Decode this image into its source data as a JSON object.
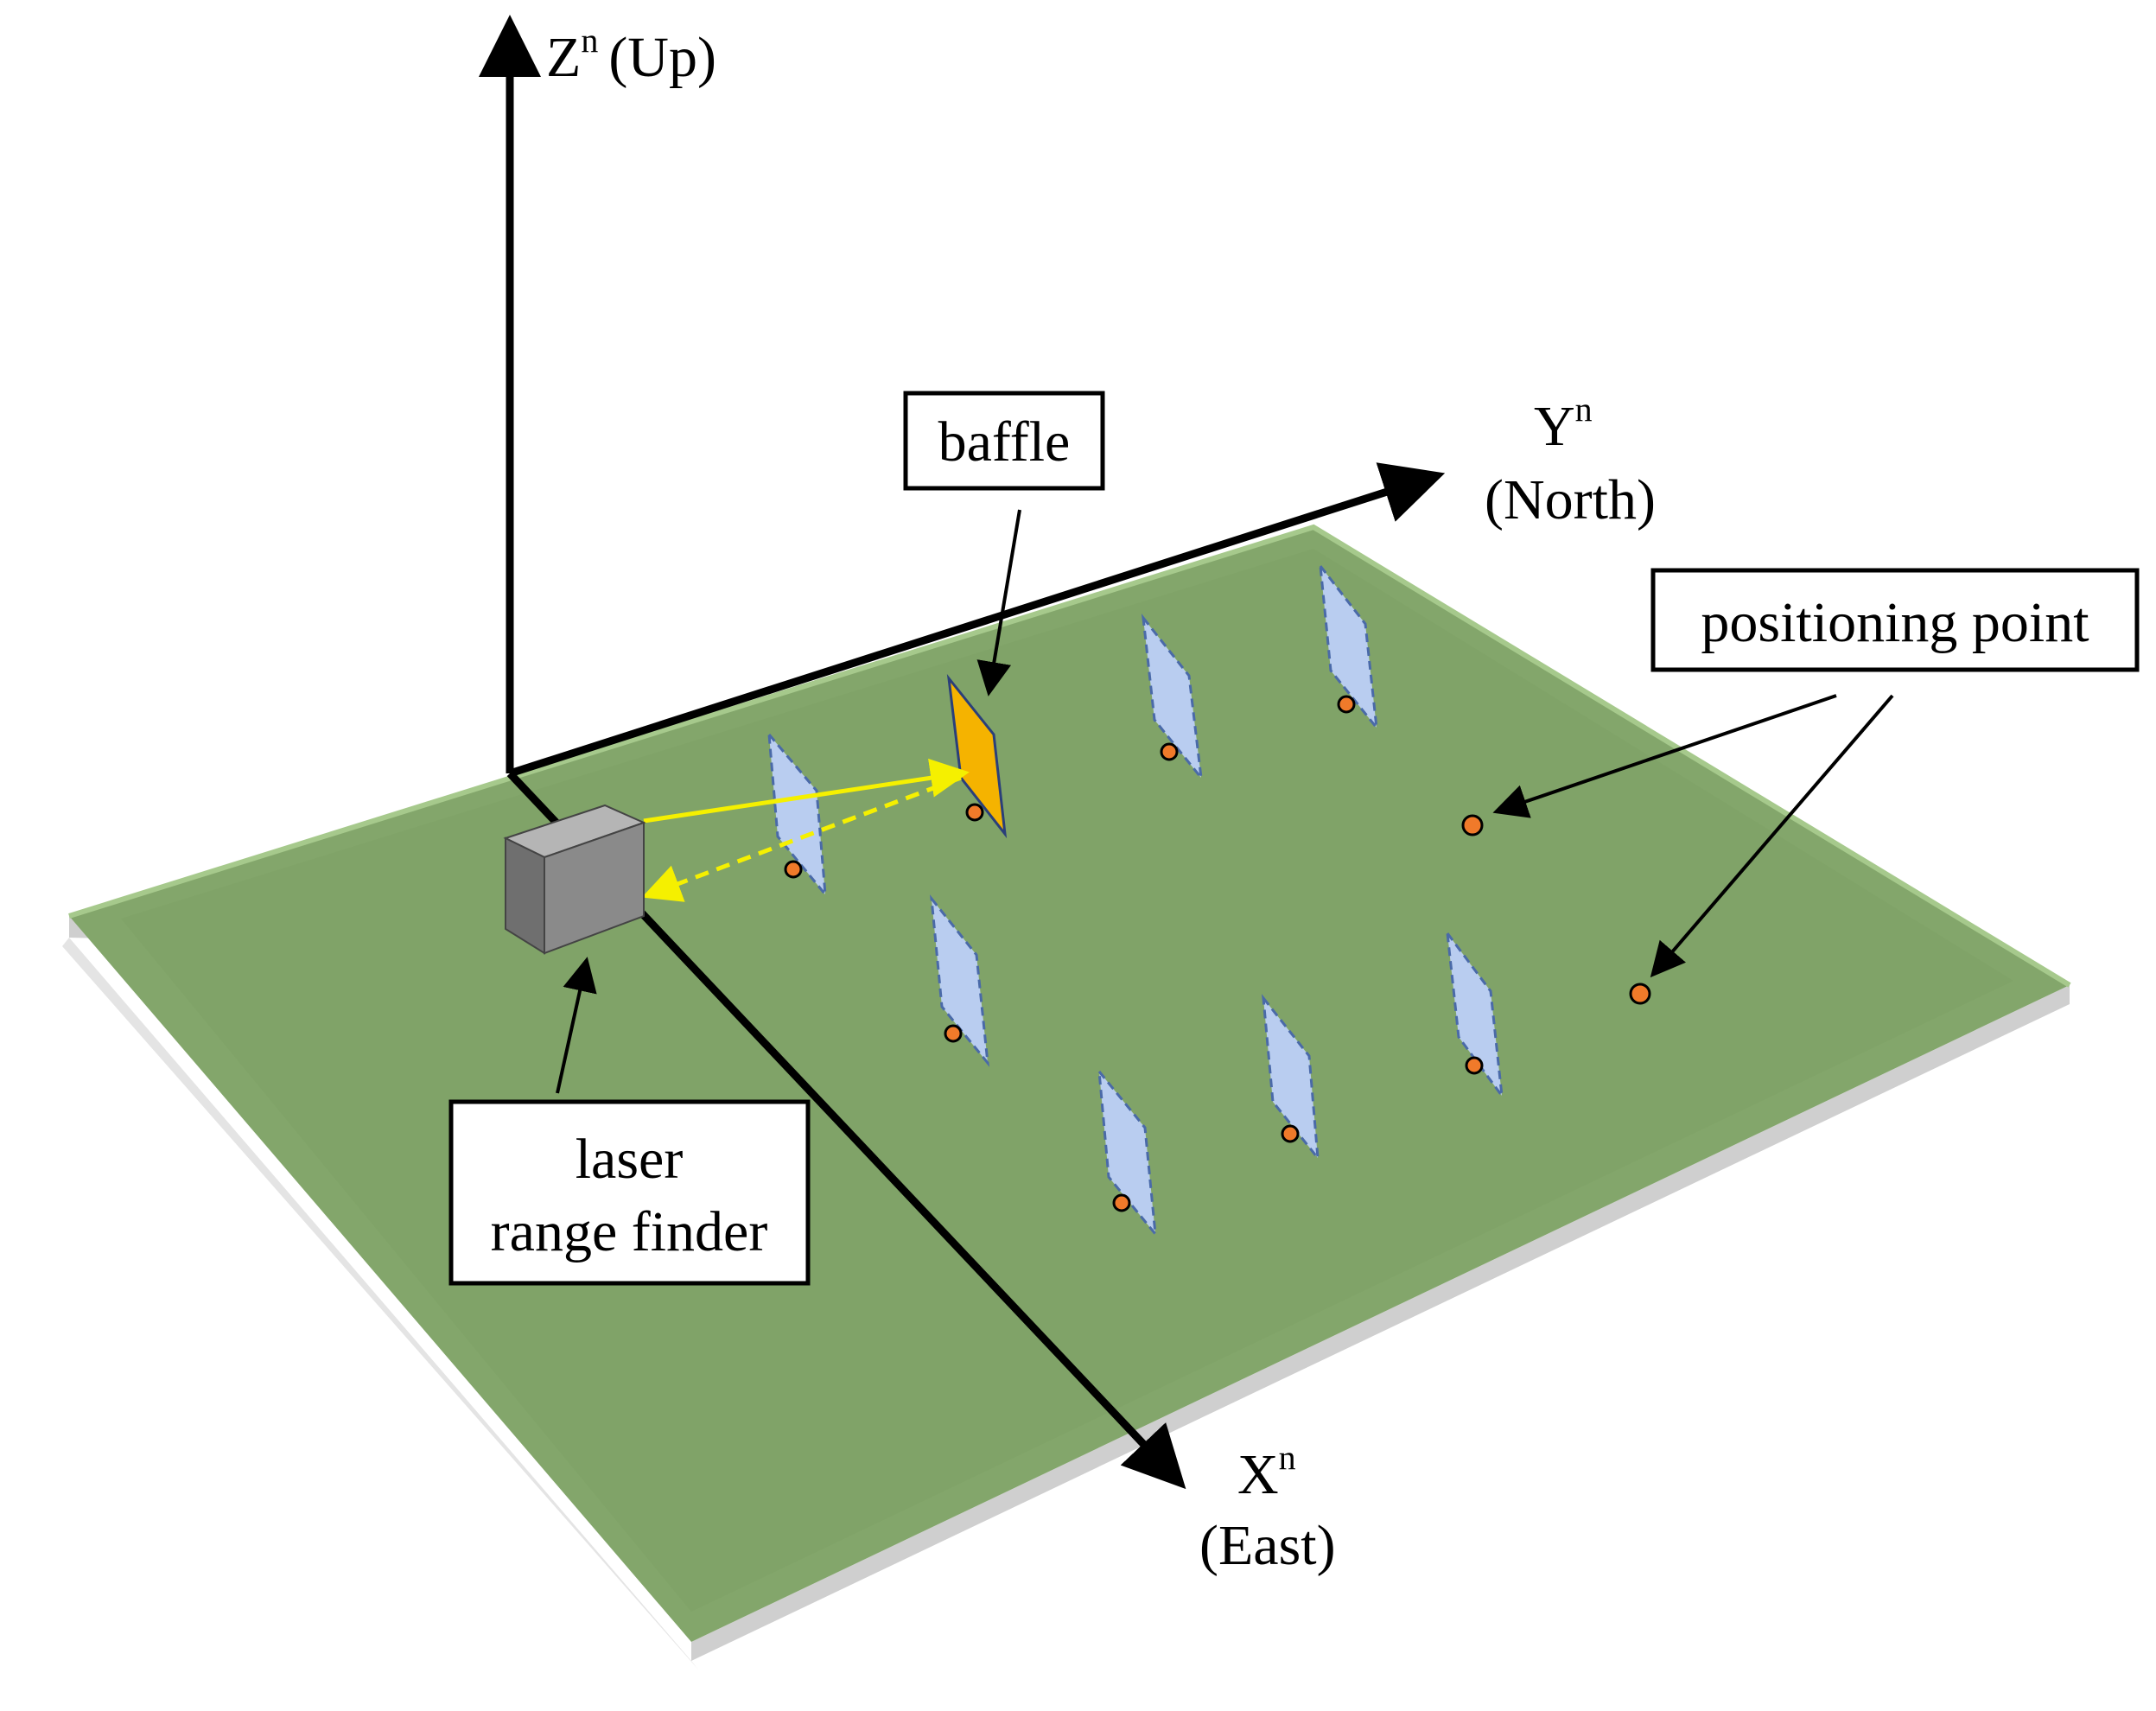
{
  "axes": {
    "z": {
      "symbol": "Z",
      "superscript": "n",
      "direction": "(Up)"
    },
    "y": {
      "symbol": "Y",
      "superscript": "n",
      "direction": "(North)"
    },
    "x": {
      "symbol": "X",
      "superscript": "n",
      "direction": "(East)"
    }
  },
  "labels": {
    "baffle": "baffle",
    "positioning_point": "positioning point",
    "laser_line1": "laser",
    "laser_line2": "range finder"
  },
  "colors": {
    "ground": "#83a66b",
    "ground_edge": "#a6c98c",
    "platform_side": "#cfcfcf",
    "baffle_active": "#f5b300",
    "baffle_inactive": "#b9cdf0",
    "positioning_point": "#f07a2a",
    "laser_beam": "#f5f000",
    "rangefinder": "#8a8a8a",
    "axis": "#000000"
  }
}
